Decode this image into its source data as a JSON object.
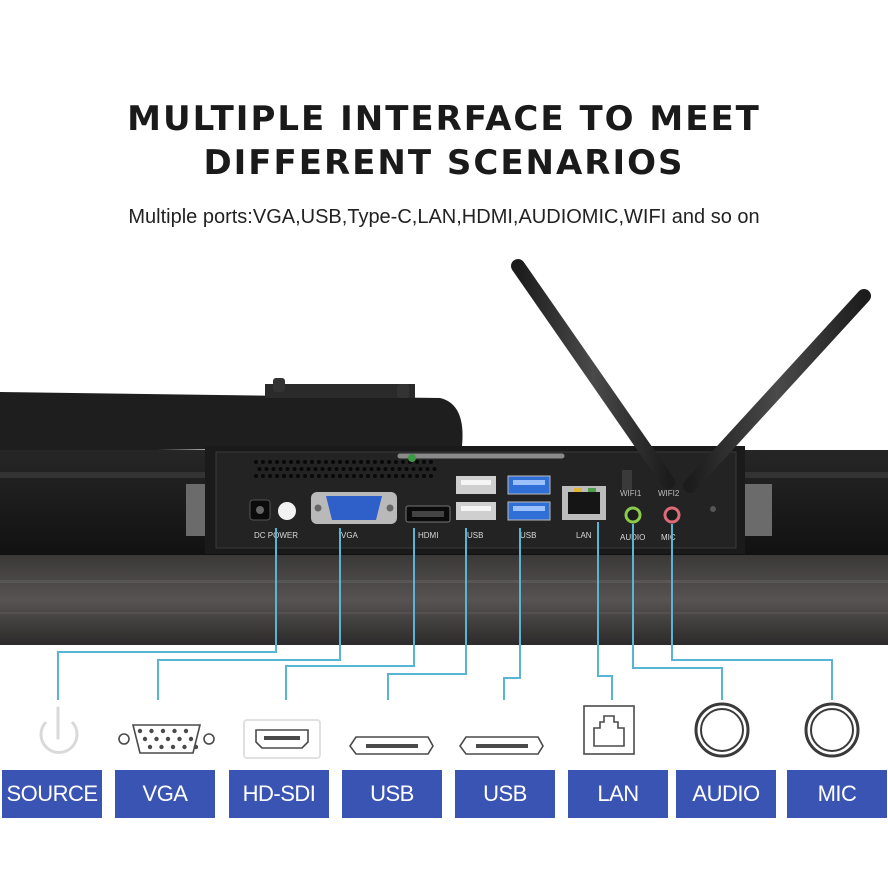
{
  "headline": {
    "line1": "MULTIPLE INTERFACE TO MEET",
    "line2": "DIFFERENT SCENARIOS"
  },
  "subtitle": "Multiple ports:VGA,USB,Type-C,LAN,HDMI,AUDIOMIC,WIFI and so on",
  "panel_labels": {
    "dc_power": "DC POWER",
    "vga": "VGA",
    "hdmi": "HDMI",
    "usb1": "USB",
    "usb2": "USB",
    "lan": "LAN",
    "audio": "AUDIO",
    "mic": "MIC",
    "wifi1": "WIFI1",
    "wifi2": "WIFI2"
  },
  "labels": [
    "SOURCE",
    "VGA",
    "HD-SDI",
    "USB",
    "USB",
    "LAN",
    "AUDIO",
    "MIC"
  ],
  "icons": [
    "power-icon",
    "vga-connector-icon",
    "hdmi-connector-icon",
    "usb-connector-icon",
    "usb-connector-icon",
    "lan-connector-icon",
    "audio-jack-icon",
    "mic-jack-icon"
  ],
  "colors": {
    "label_bg": "#3a54b3",
    "connector_line": "#5ab4d6",
    "headline": "#1a1a1a",
    "usb3_port": "#2f6fd6",
    "vga_port": "#2f5fc9"
  }
}
